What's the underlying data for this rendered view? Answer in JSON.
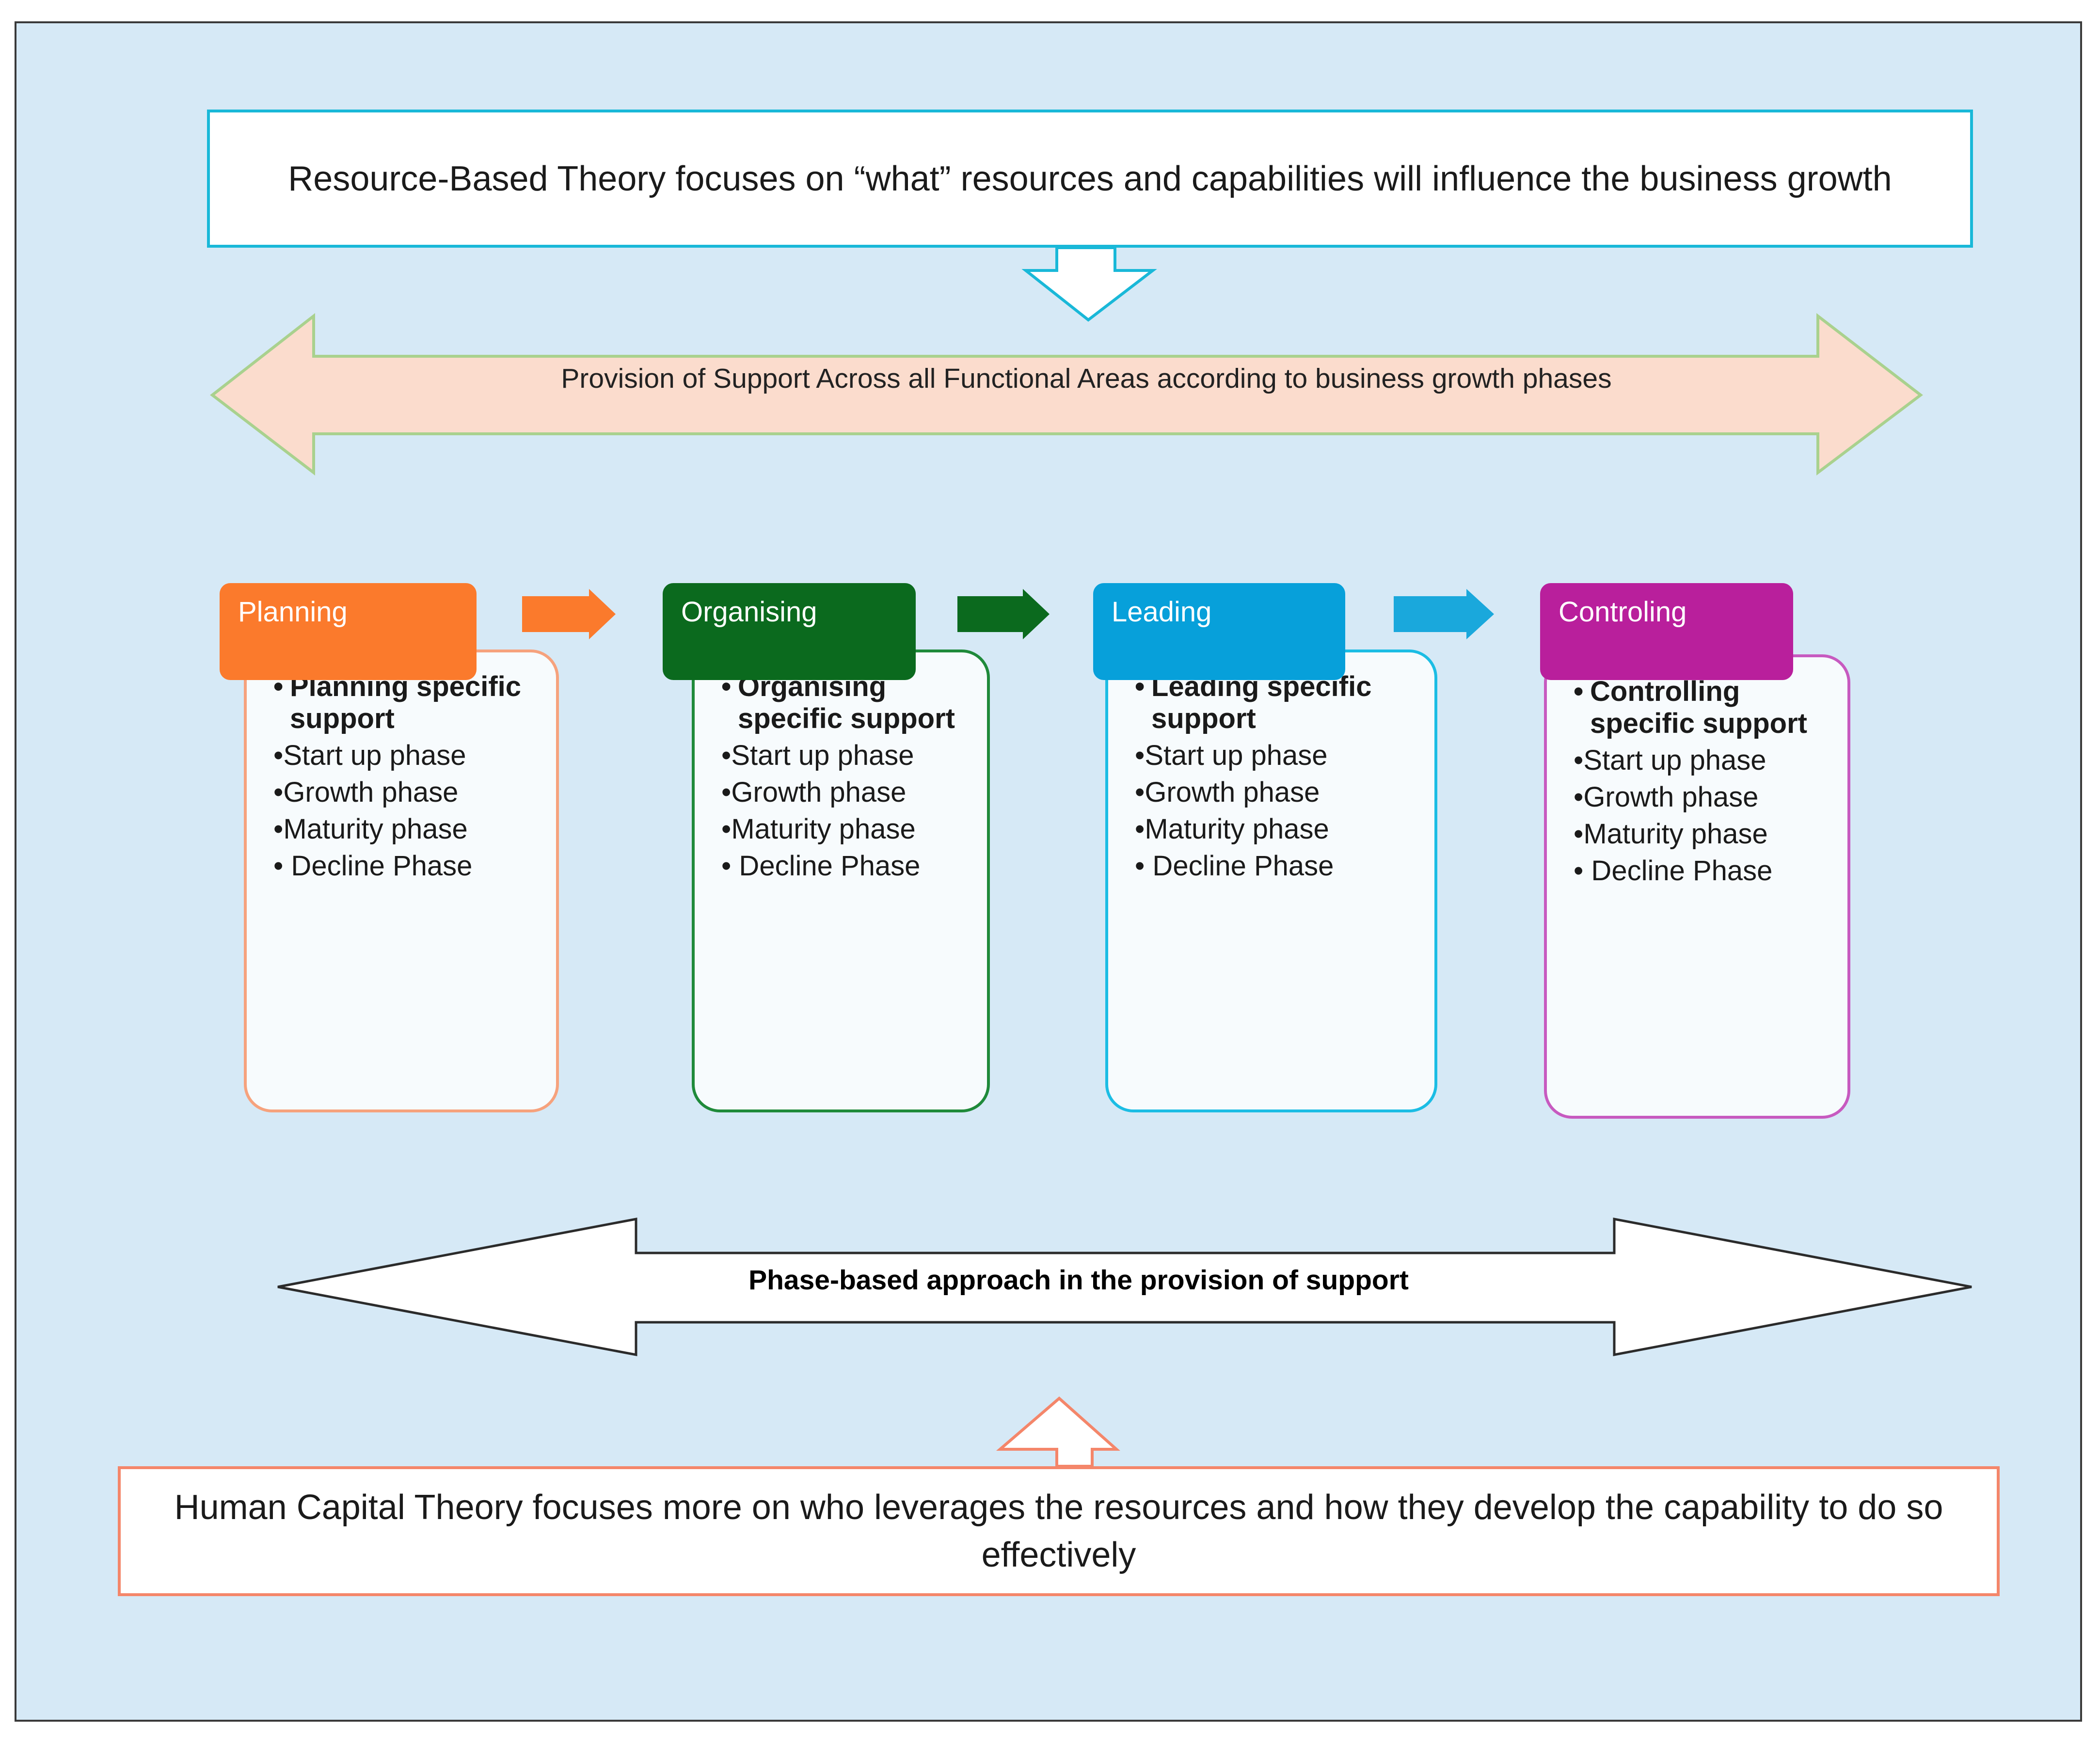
{
  "top_box": {
    "text": "Resource-Based Theory focuses on “what” resources and capabilities will influence the business growth"
  },
  "banner": {
    "text": "Provision of Support Across all Functional Areas according to business growth phases"
  },
  "functions": [
    {
      "tab": "Planning",
      "heading": "Planning specific support",
      "phases": [
        "Start up phase",
        "Growth  phase",
        "Maturity phase",
        " Decline Phase"
      ],
      "color": "#fb7a2c",
      "border": "#f6a27d"
    },
    {
      "tab": "Organising",
      "heading": "Organising specific support",
      "phases": [
        "Start up phase",
        "Growth  phase",
        "Maturity phase",
        " Decline Phase"
      ],
      "color": "#0b6a1e",
      "border": "#1f8a3a"
    },
    {
      "tab": "Leading",
      "heading": "Leading specific support",
      "phases": [
        "Start up phase",
        "Growth  phase",
        "Maturity phase",
        " Decline Phase"
      ],
      "color": "#07a0da",
      "border": "#1cbde4"
    },
    {
      "tab": "Controling",
      "heading": "Controlling specific support",
      "phases": [
        "Start up phase",
        "Growth  phase",
        "Maturity phase",
        " Decline Phase"
      ],
      "color": "#b91f9c",
      "border": "#c75ac0"
    }
  ],
  "connector_colors": [
    "#fb7a2c",
    "#0b6a1e",
    "#1aa8dc"
  ],
  "phase_banner": {
    "text": "Phase-based approach in the provision of support"
  },
  "bottom_box": {
    "text": "Human Capital Theory focuses more on who leverages the resources and how they develop the capability to do so effectively"
  }
}
